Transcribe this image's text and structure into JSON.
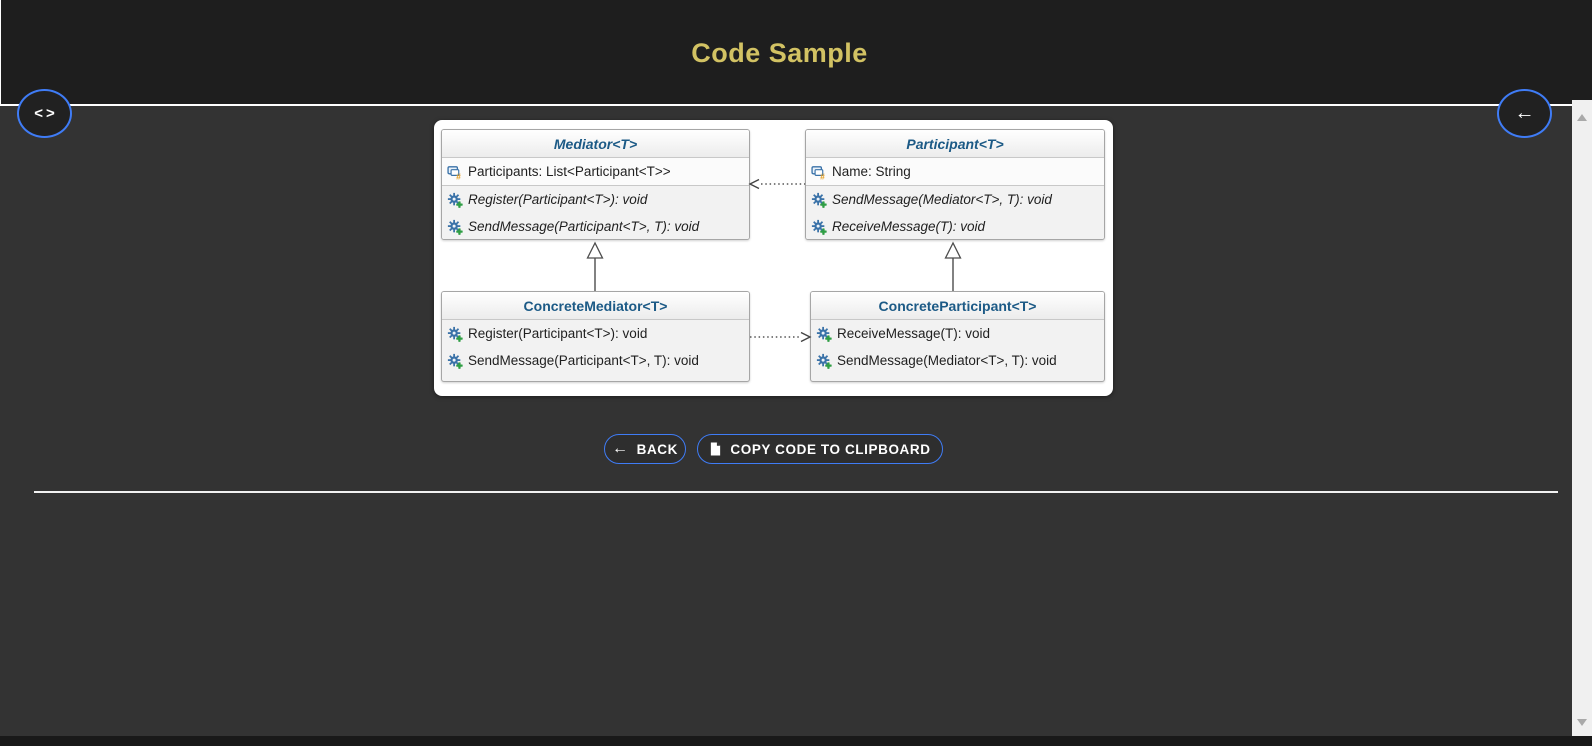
{
  "header": {
    "title": "Code Sample"
  },
  "fabs": {
    "code_toggle": {
      "icon": "code-brackets-icon",
      "glyph": "<>"
    },
    "back": {
      "icon": "arrow-left-icon",
      "glyph": "←"
    }
  },
  "diagram": {
    "classes": [
      {
        "name": "Mediator<T>",
        "abstract": true,
        "fields": [
          "Participants: List<Participant<T>>"
        ],
        "methods": [
          "Register(Participant<T>): void",
          "SendMessage(Participant<T>, T): void"
        ]
      },
      {
        "name": "Participant<T>",
        "abstract": true,
        "fields": [
          "Name: String"
        ],
        "methods": [
          "SendMessage(Mediator<T>, T): void",
          "ReceiveMessage(T): void"
        ]
      },
      {
        "name": "ConcreteMediator<T>",
        "abstract": false,
        "fields": [],
        "methods": [
          "Register(Participant<T>): void",
          "SendMessage(Participant<T>, T): void"
        ]
      },
      {
        "name": "ConcreteParticipant<T>",
        "abstract": false,
        "fields": [],
        "methods": [
          "ReceiveMessage(T): void",
          "SendMessage(Mediator<T>, T): void"
        ]
      }
    ],
    "relations": [
      {
        "type": "dashed-dependency",
        "from": "Participant<T>",
        "to": "Mediator<T>"
      },
      {
        "type": "inheritance",
        "from": "ConcreteMediator<T>",
        "to": "Mediator<T>"
      },
      {
        "type": "inheritance",
        "from": "ConcreteParticipant<T>",
        "to": "Participant<T>"
      },
      {
        "type": "dashed-dependency",
        "from": "ConcreteMediator<T>",
        "to": "ConcreteParticipant<T>"
      }
    ]
  },
  "actions": {
    "back": {
      "label": "BACK",
      "glyph": "←"
    },
    "copy": {
      "label": "COPY CODE TO CLIPBOARD",
      "icon": "document-copy-icon"
    }
  },
  "colors": {
    "accent_blue": "#3f7cf6",
    "title_gold": "#d2c263",
    "class_title_blue": "#1c5a86",
    "header_bg": "#1e1e1e",
    "body_bg": "#333333",
    "panel_bg": "#ffffff"
  }
}
